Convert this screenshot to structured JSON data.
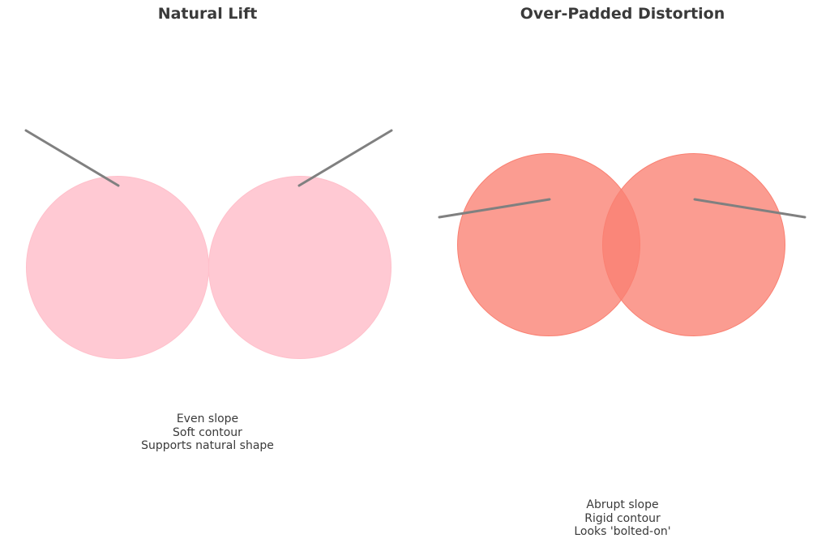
{
  "panels": [
    {
      "title": "Natural Lift",
      "caption_lines": [
        "Even slope",
        "Soft contour",
        "Supports natural shape"
      ],
      "shape_color": "#ffc0cb",
      "line_color": "#808080"
    },
    {
      "title": "Over-Padded Distortion",
      "caption_lines": [
        "Abrupt slope",
        "Rigid contour",
        "Looks 'bolted-on'"
      ],
      "shape_color": "#fa8072",
      "line_color": "#808080"
    }
  ]
}
